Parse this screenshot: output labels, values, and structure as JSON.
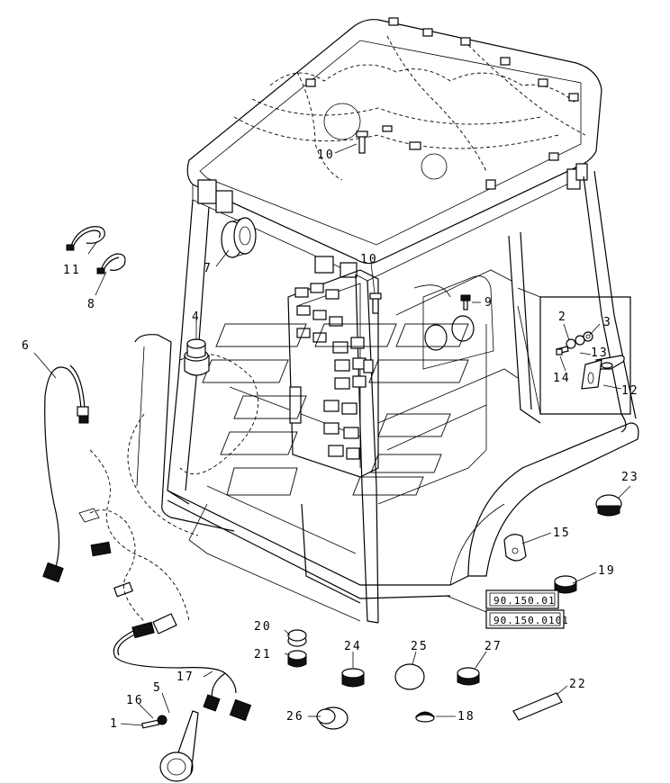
{
  "callouts": {
    "c1": "1",
    "c2": "2",
    "c3": "3",
    "c4": "4",
    "c5": "5",
    "c6": "6",
    "c7": "7",
    "c8": "8",
    "c9": "9",
    "c10a": "10",
    "c10b": "10",
    "c11": "11",
    "c12": "12",
    "c13": "13",
    "c14": "14",
    "c15": "15",
    "c16": "16",
    "c17": "17",
    "c18": "18",
    "c19": "19",
    "c20": "20",
    "c21": "21",
    "c22": "22",
    "c23": "23",
    "c24": "24",
    "c25": "25",
    "c26": "26",
    "c27": "27"
  },
  "references": {
    "ref_a": "90.150.01",
    "ref_b": "90.150.0101"
  }
}
